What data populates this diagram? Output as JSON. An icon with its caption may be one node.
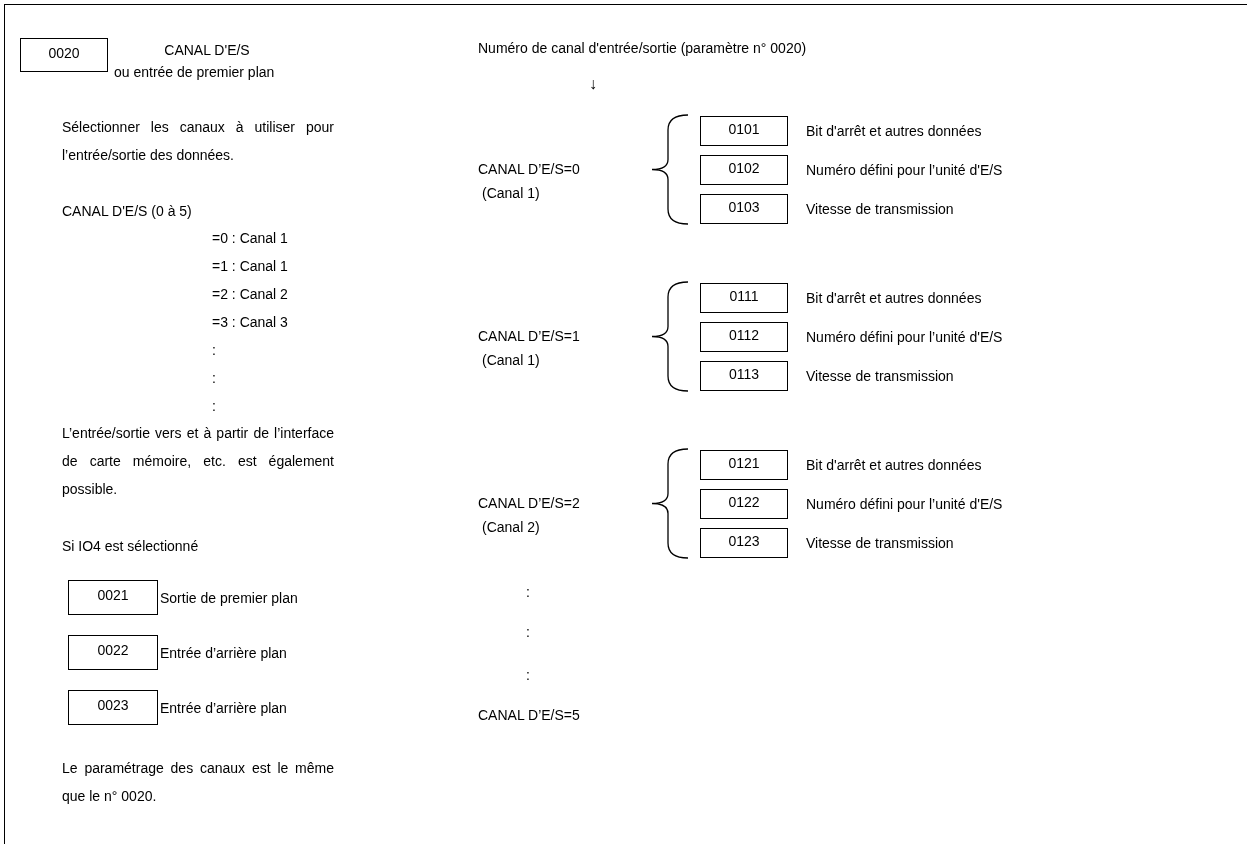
{
  "diagram": {
    "nodes": [
      {
        "text": [
          "0020"
        ],
        "beside": [
          "CANAL D'E/S",
          "ou entrée de premier plan"
        ]
      },
      {
        "text": [
          "0021"
        ],
        "beside": [
          "Sortie de premier plan"
        ]
      },
      {
        "text": [
          "0022"
        ],
        "beside": [
          "Entrée d’arrière plan"
        ]
      },
      {
        "text": [
          "0023"
        ],
        "beside": [
          "Entrée d’arrière plan"
        ]
      },
      {
        "text": [
          "0101"
        ],
        "beside": [
          "Bit d'arrêt et autres données"
        ]
      },
      {
        "text": [
          "0102"
        ],
        "beside": [
          "Numéro défini pour l’unité d'E/S"
        ]
      },
      {
        "text": [
          "0103"
        ],
        "beside": [
          "Vitesse de transmission"
        ]
      },
      {
        "text": [
          "0111"
        ],
        "beside": [
          "Bit d'arrêt et autres données"
        ]
      },
      {
        "text": [
          "0112"
        ],
        "beside": [
          "Numéro défini pour l’unité d'E/S"
        ]
      },
      {
        "text": [
          "0113"
        ],
        "beside": [
          "Vitesse de transmission"
        ]
      },
      {
        "text": [
          "0121"
        ],
        "beside": [
          "Bit d'arrêt et autres données"
        ]
      },
      {
        "text": [
          "0122"
        ],
        "beside": [
          "Numéro défini pour l’unité d'E/S"
        ]
      },
      {
        "text": [
          "0123"
        ],
        "beside": [
          "Vitesse de transmission"
        ]
      }
    ],
    "labels": [
      "Sélectionner les canaux à utiliser pour l’entrée/sortie des données.",
      "CANAL D'E/S (0 à 5)",
      "=0 : Canal 1",
      "=1 : Canal 1",
      "=2 : Canal 2",
      "=3 : Canal 3",
      ":",
      ":",
      ":",
      "L’entrée/sortie vers et à partir de l’interface de carte mémoire, etc. est également possible.",
      "Si IO4 est sélectionné",
      "Le paramétrage des canaux est le même que le n° 0020.",
      "Numéro de canal d'entrée/sortie (paramètre n° 0020)",
      "↓",
      "CANAL D’E/S=0",
      "(Canal 1)",
      "CANAL D’E/S=1",
      "(Canal 1)",
      "CANAL D’E/S=2",
      "(Canal 2)",
      ":",
      ":",
      ":",
      "CANAL D’E/S=5"
    ]
  }
}
